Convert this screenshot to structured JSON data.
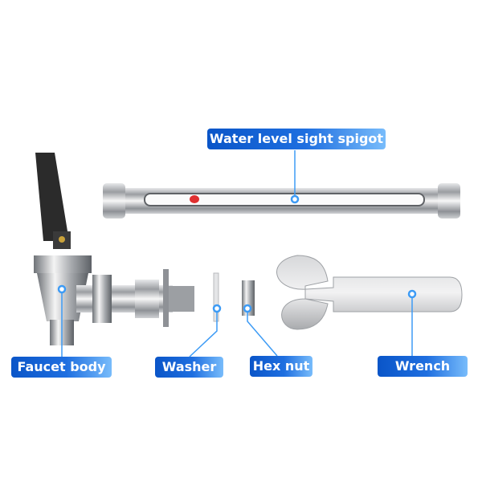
{
  "labels": {
    "water_level_sight_spigot": "Water level sight spigot",
    "faucet_body": "Faucet body",
    "washer": "Washer",
    "hex_nut": "Hex nut",
    "wrench": "Wrench"
  },
  "colors": {
    "label_gradient_start": "#0a55c8",
    "label_gradient_end": "#78bcfb",
    "callout_line": "#3d9bf5",
    "metal": "#b9bcc0",
    "handle": "#2b2b2b",
    "indicator": "#e03030"
  }
}
